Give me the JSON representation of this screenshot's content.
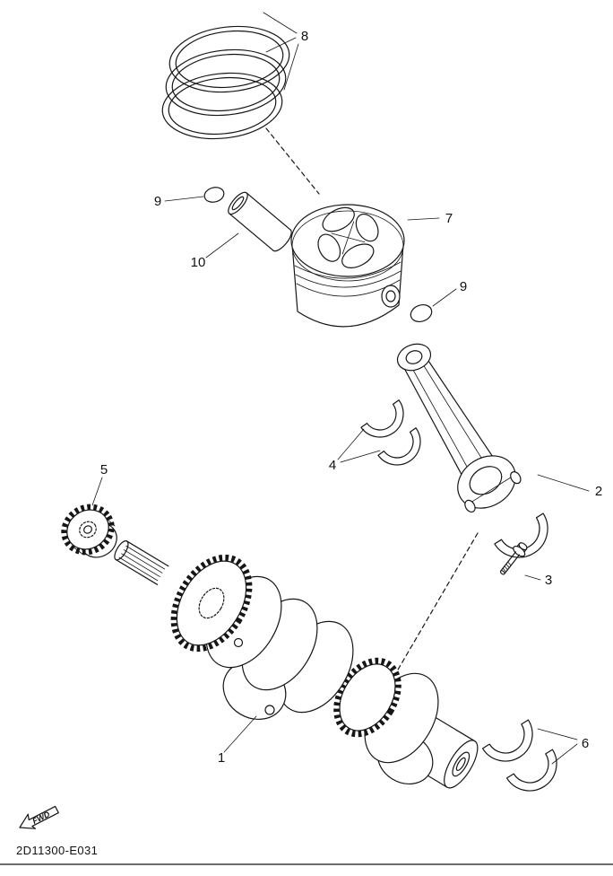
{
  "page": {
    "background": "#ffffff",
    "line_color": "#161616"
  },
  "diagram": {
    "code": "2D11300-E031",
    "fwd_label": "FWD",
    "callouts": {
      "part1": "1",
      "part2": "2",
      "part3": "3",
      "part4": "4",
      "part5": "5",
      "part6": "6",
      "part7": "7",
      "part8": "8",
      "part9": "9",
      "part9b": "9",
      "part10": "10"
    }
  }
}
